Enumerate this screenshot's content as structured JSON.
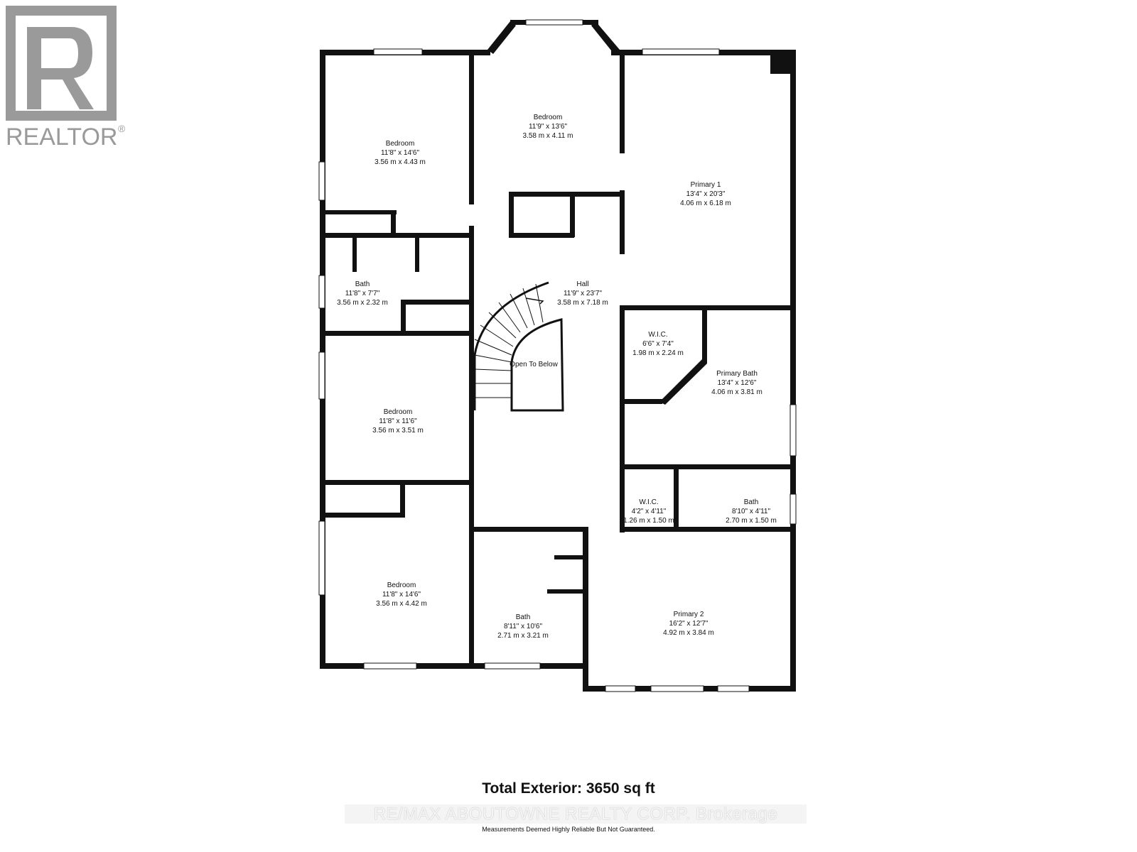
{
  "logo": {
    "text": "REALTOR",
    "mark": "®",
    "icon": "realtor-r-logo"
  },
  "rooms": [
    {
      "id": "bedroom-1",
      "name": "Bedroom",
      "imperial": "11'8\" x 14'6\"",
      "metric": "3.56 m x 4.43 m"
    },
    {
      "id": "bedroom-2",
      "name": "Bedroom",
      "imperial": "11'9\" x 13'6\"",
      "metric": "3.58 m x 4.11 m"
    },
    {
      "id": "primary-1",
      "name": "Primary 1",
      "imperial": "13'4\" x 20'3\"",
      "metric": "4.06 m x 6.18 m"
    },
    {
      "id": "bath-1",
      "name": "Bath",
      "imperial": "11'8\" x 7'7\"",
      "metric": "3.56 m x 2.32 m"
    },
    {
      "id": "hall",
      "name": "Hall",
      "imperial": "11'9\" x 23'7\"",
      "metric": "3.58 m x 7.18 m"
    },
    {
      "id": "wic-1",
      "name": "W.I.C.",
      "imperial": "6'6\" x 7'4\"",
      "metric": "1.98 m x 2.24 m"
    },
    {
      "id": "primary-bath",
      "name": "Primary Bath",
      "imperial": "13'4\" x 12'6\"",
      "metric": "4.06 m x 3.81 m"
    },
    {
      "id": "bedroom-3",
      "name": "Bedroom",
      "imperial": "11'8\" x 11'6\"",
      "metric": "3.56 m x 3.51 m"
    },
    {
      "id": "wic-2",
      "name": "W.I.C.",
      "imperial": "4'2\" x 4'11\"",
      "metric": "1.26 m x 1.50 m"
    },
    {
      "id": "bath-2",
      "name": "Bath",
      "imperial": "8'10\" x 4'11\"",
      "metric": "2.70 m x 1.50 m"
    },
    {
      "id": "bedroom-4",
      "name": "Bedroom",
      "imperial": "11'8\" x 14'6\"",
      "metric": "3.56 m x 4.42 m"
    },
    {
      "id": "bath-3",
      "name": "Bath",
      "imperial": "8'11\" x 10'6\"",
      "metric": "2.71 m x 3.21 m"
    },
    {
      "id": "primary-2",
      "name": "Primary 2",
      "imperial": "16'2\" x 12'7\"",
      "metric": "4.92 m x 3.84 m"
    }
  ],
  "stair_label": "Open To Below",
  "footer": {
    "total_exterior": "Total Exterior: 3650 sq ft",
    "brokerage": "RE/MAX ABOUTOWNE REALTY CORP. Brokerage",
    "disclaimer": "Measurements Deemed Highly Reliable But Not Guaranteed."
  },
  "colors": {
    "wall": "#111111",
    "window": "#ffffff",
    "background": "#ffffff",
    "logo": "#9a9a9a"
  }
}
